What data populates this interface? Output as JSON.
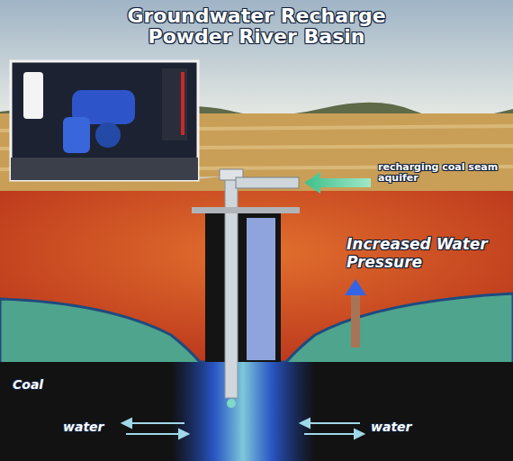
{
  "diagram": {
    "title": "Groundwater Recharge Powder River Basin",
    "labels": [
      "recharging coal seam aquifer",
      "Increased Water Pressure",
      "Coal",
      "water",
      "water"
    ]
  }
}
